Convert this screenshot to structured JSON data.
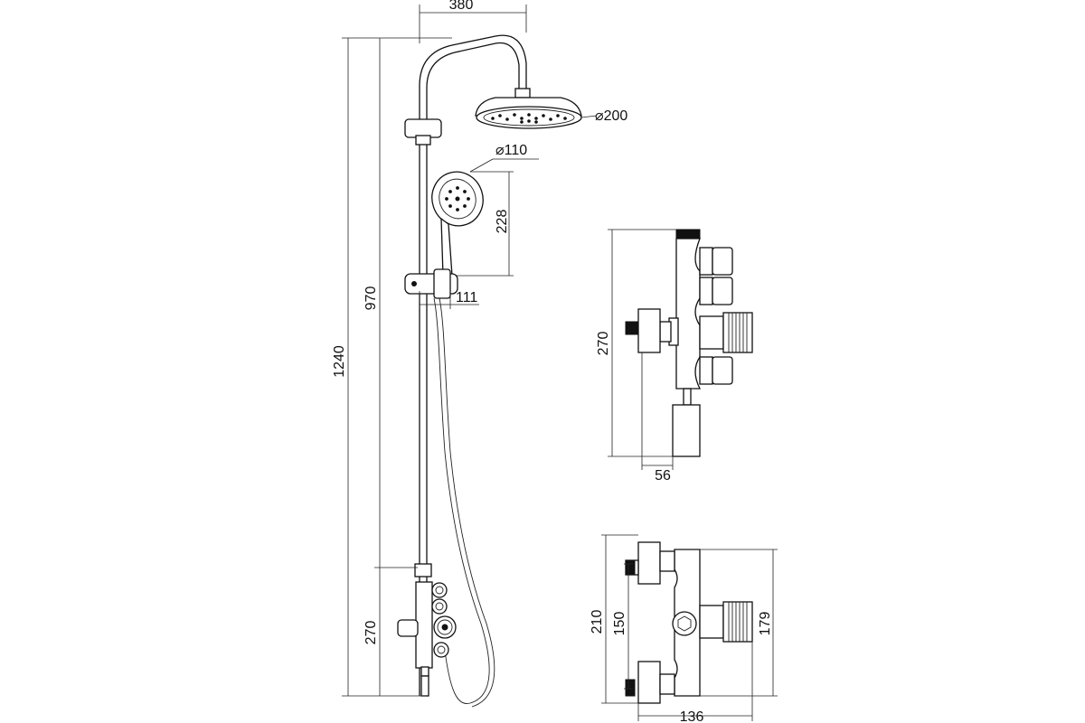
{
  "diagram": {
    "dimensions": {
      "top_width": "380",
      "head_diameter": "⌀200",
      "hand_diameter": "⌀110",
      "hand_height": "228",
      "total_height": "1240",
      "slide_height": "970",
      "slide_offset": "111",
      "mixer_height": "270",
      "side_height": "270",
      "side_depth": "56",
      "bottom_height": "210",
      "bottom_spacing": "150",
      "bottom_width": "136",
      "bottom_height_right": "179"
    }
  }
}
